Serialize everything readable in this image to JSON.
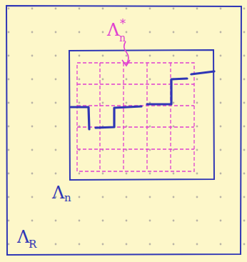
{
  "diagram": {
    "labels": [
      "Λ",
      "*",
      "n",
      "Λ",
      "n",
      "Λ",
      "R"
    ]
  }
}
